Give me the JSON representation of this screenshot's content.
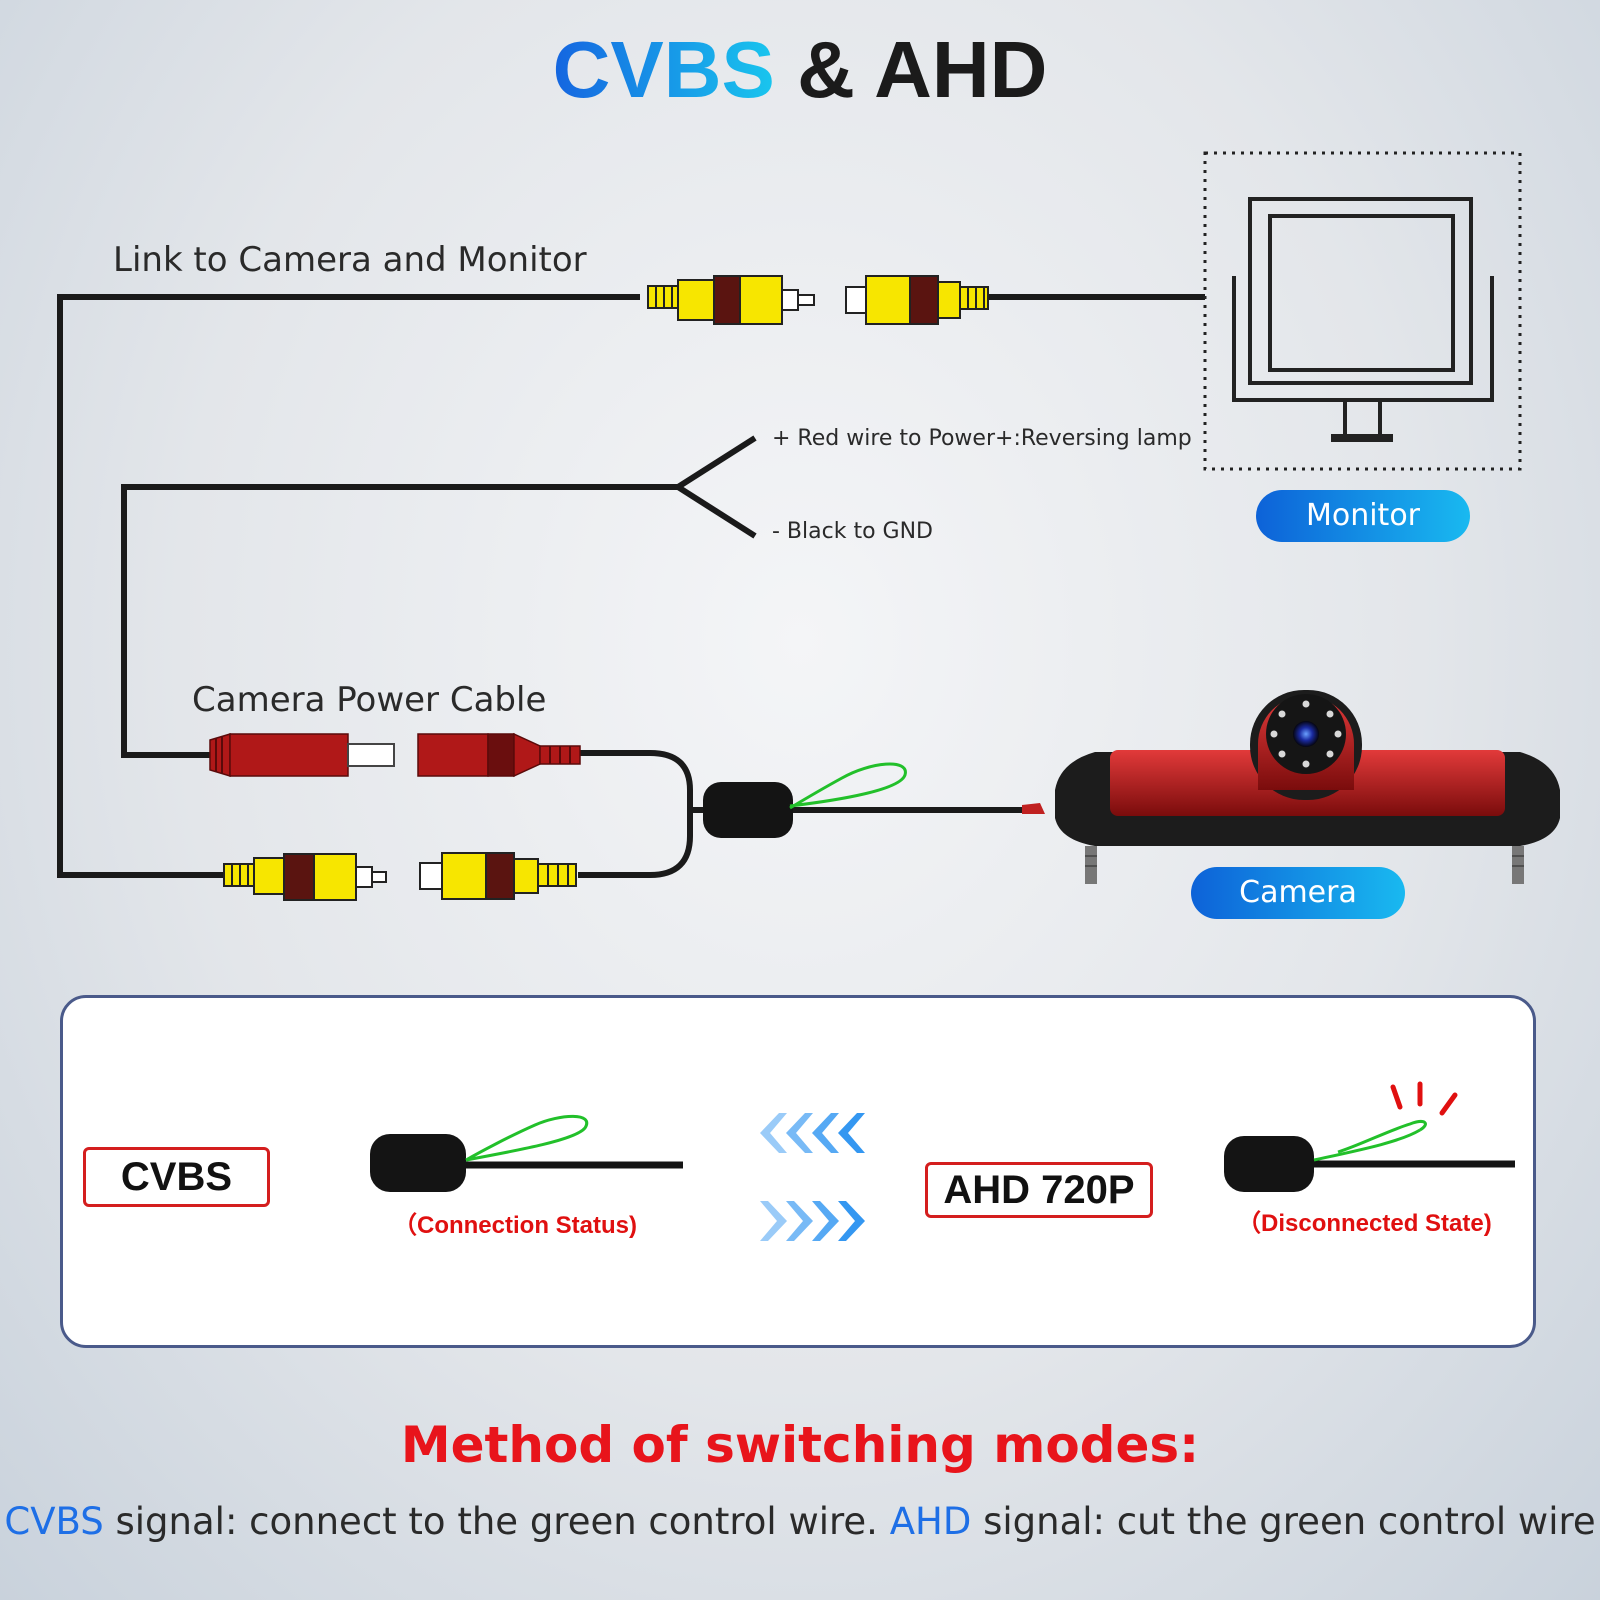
{
  "header": {
    "title_part1": "CVBS",
    "title_part2": " & AHD"
  },
  "diagram": {
    "link_label": "Link to Camera and Monitor",
    "red_wire_label": "+ Red wire to Power+:Reversing lamp",
    "black_wire_label": "- Black to GND",
    "power_cable_label": "Camera Power Cable",
    "monitor_badge": "Monitor",
    "camera_badge": "Camera"
  },
  "modes": {
    "cvbs_label": "CVBS",
    "cvbs_status": "（Connection Status)",
    "ahd_label": "AHD 720P",
    "ahd_status": "（Disconnected State)"
  },
  "footer": {
    "method_title": "Method of switching modes:",
    "cvbs_word": "CVBS",
    "cvbs_text": " signal: connect to the green control wire. ",
    "ahd_word": "AHD",
    "ahd_text": " signal: cut the green control wire"
  },
  "colors": {
    "accent_blue": "#1565e0",
    "accent_cyan": "#19c6ee",
    "warning_red": "#e8141b",
    "control_wire_green": "#22c02a",
    "rca_yellow": "#f7e600",
    "power_red": "#b01818"
  }
}
